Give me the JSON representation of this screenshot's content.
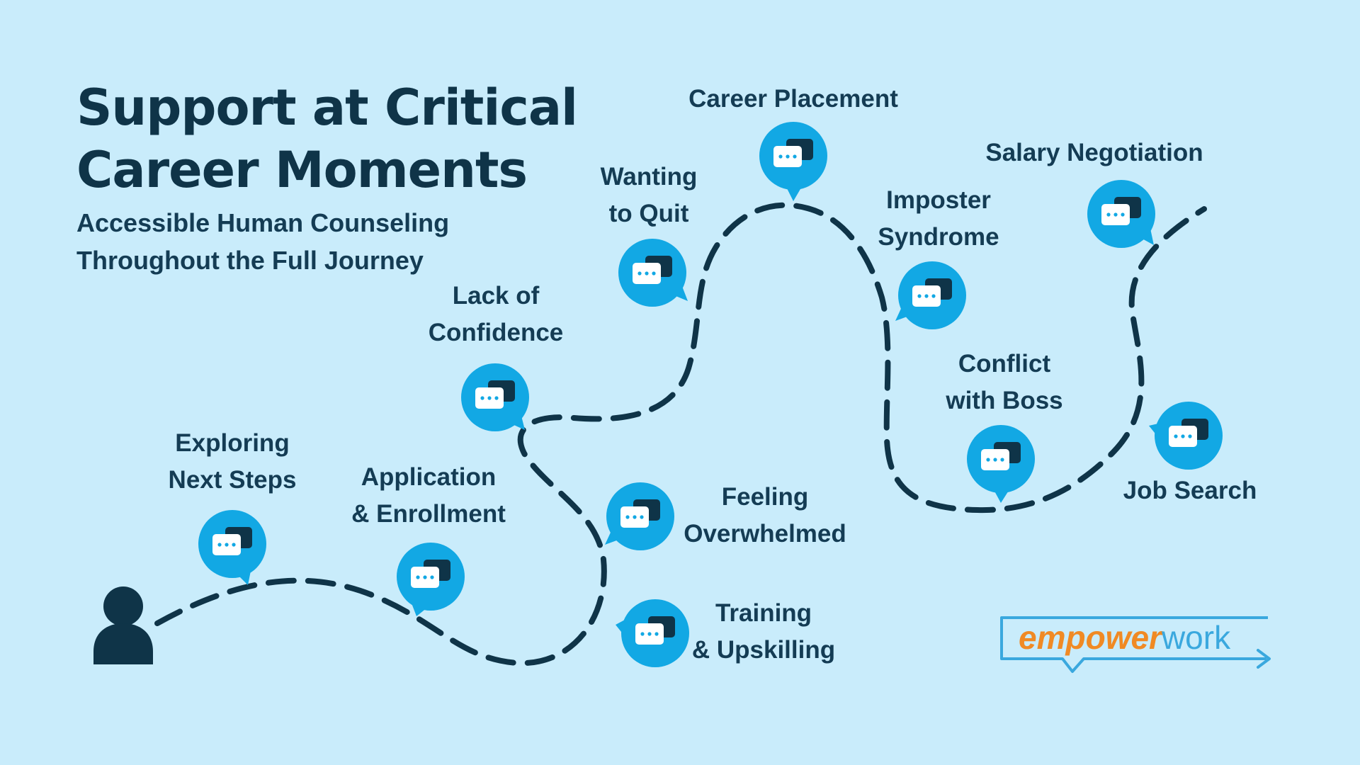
{
  "title": {
    "line1": "Support at Critical",
    "line2": "Career Moments"
  },
  "subtitle": {
    "line1": "Accessible Human Counseling",
    "line2": "Throughout the Full Journey"
  },
  "milestones": [
    {
      "line1": "Exploring",
      "line2": "Next Steps"
    },
    {
      "line1": "Application",
      "line2": "& Enrollment"
    },
    {
      "line1": "Lack of",
      "line2": "Confidence"
    },
    {
      "line1": "Wanting",
      "line2": "to Quit"
    },
    {
      "line1": "Career Placement",
      "line2": ""
    },
    {
      "line1": "Feeling",
      "line2": "Overwhelmed"
    },
    {
      "line1": "Training",
      "line2": "& Upskilling"
    },
    {
      "line1": "Imposter",
      "line2": "Syndrome"
    },
    {
      "line1": "Conflict",
      "line2": "with Boss"
    },
    {
      "line1": "Salary Negotiation",
      "line2": ""
    },
    {
      "line1": "Job Search",
      "line2": ""
    }
  ],
  "logo": {
    "part1": "empower",
    "part2": "work"
  },
  "colors": {
    "background": "#c9ecfb",
    "accent": "#12a8e4",
    "dark": "#0f3448",
    "logo_orange": "#f08a24",
    "logo_blue": "#3aa8de"
  },
  "icons": {
    "person": "person-icon",
    "bubble": "chat-bubble-icon"
  }
}
